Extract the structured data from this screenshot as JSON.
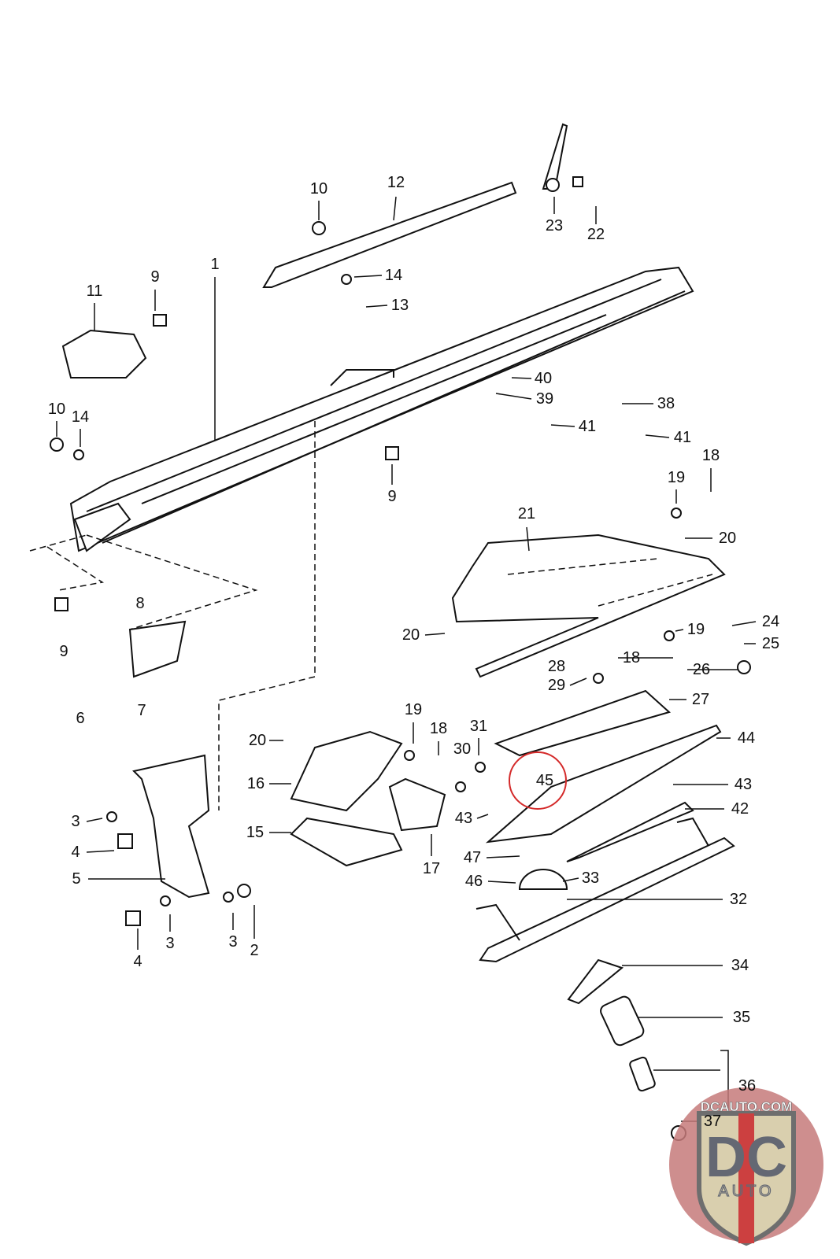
{
  "diagram": {
    "callouts": [
      "1",
      "2",
      "3",
      "4",
      "5",
      "6",
      "7",
      "8",
      "9",
      "10",
      "11",
      "12",
      "13",
      "14",
      "15",
      "16",
      "17",
      "18",
      "19",
      "20",
      "21",
      "22",
      "23",
      "24",
      "25",
      "26",
      "27",
      "28",
      "29",
      "30",
      "31",
      "32",
      "33",
      "34",
      "35",
      "36",
      "37",
      "38",
      "39",
      "40",
      "41",
      "42",
      "43",
      "44",
      "45",
      "46",
      "47"
    ],
    "highlighted_part": "45",
    "highlight_color": "#d42a2a"
  },
  "logo": {
    "top_text": "DCAUTO.COM",
    "big_text": "DC",
    "sub_text": "AUTO"
  }
}
